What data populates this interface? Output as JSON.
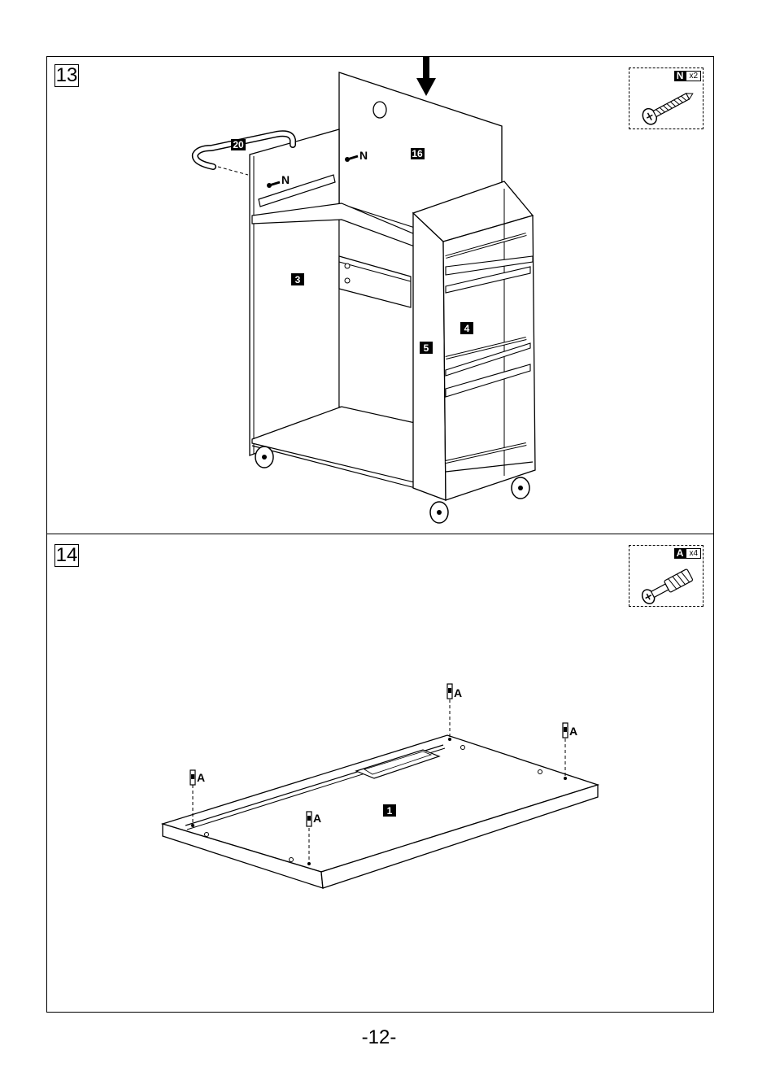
{
  "page": {
    "number": "-12-"
  },
  "steps": [
    {
      "step": "13",
      "hardware": {
        "letter": "N",
        "qty": "x2"
      },
      "labels": {
        "part_16": "16",
        "part_20": "20",
        "part_3": "3",
        "part_4": "4",
        "part_5": "5",
        "screw_a": "N",
        "screw_b": "N"
      }
    },
    {
      "step": "14",
      "hardware": {
        "letter": "A",
        "qty": "x4"
      },
      "labels": {
        "part_1": "1",
        "cam_1": "A",
        "cam_2": "A",
        "cam_3": "A",
        "cam_4": "A"
      }
    }
  ]
}
